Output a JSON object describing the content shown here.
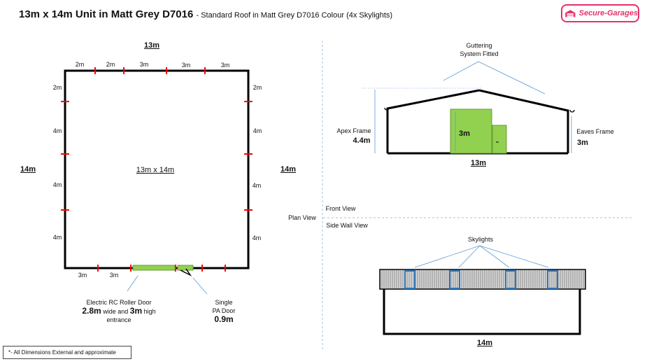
{
  "header": {
    "title_main": "13m x 14m",
    "title_unit": "Unit in Matt Grey D7016",
    "title_sub": "- Standard Roof in Matt Grey D7016 Colour (4x Skylights)"
  },
  "brand": {
    "name": "Secure-Garages",
    "color": "#e5316a",
    "icon": "garage-icon"
  },
  "plan": {
    "top_width": "13m",
    "side_depth": "14m",
    "center_label": "13m x 14m",
    "top_segments": [
      "2m",
      "2m",
      "3m",
      "3m",
      "3m"
    ],
    "left_segments": [
      "2m",
      "4m",
      "4m",
      "4m"
    ],
    "right_segments": [
      "2m",
      "4m",
      "4m",
      "4m"
    ],
    "bottom_segments": [
      "3m",
      "3m"
    ],
    "roller_door": {
      "line1": "Electric RC Roller Door",
      "width": "2.8m",
      "mid": "wide and",
      "height": "3m",
      "end": "high",
      "line3": "entrance"
    },
    "pa_door": {
      "line1": "Single",
      "line2": "PA Door",
      "width": "0.9m"
    },
    "door_color": "#92d050",
    "marker_color": "#ff0000"
  },
  "views": {
    "front": "Front View",
    "plan": "Plan View",
    "side": "Side Wall View"
  },
  "front_view": {
    "guttering": [
      "Guttering",
      "System Fitted"
    ],
    "apex_label": "Apex Frame",
    "apex_height": "4.4m",
    "eaves_label": "Eaves Frame",
    "eaves_height": "3m",
    "door_height": "3m",
    "width": "13m"
  },
  "side_view": {
    "skylights_label": "Skylights",
    "length": "14m",
    "skylight_color": "#2e75b6"
  },
  "footnote": "*- All Dimensions External and approximate"
}
